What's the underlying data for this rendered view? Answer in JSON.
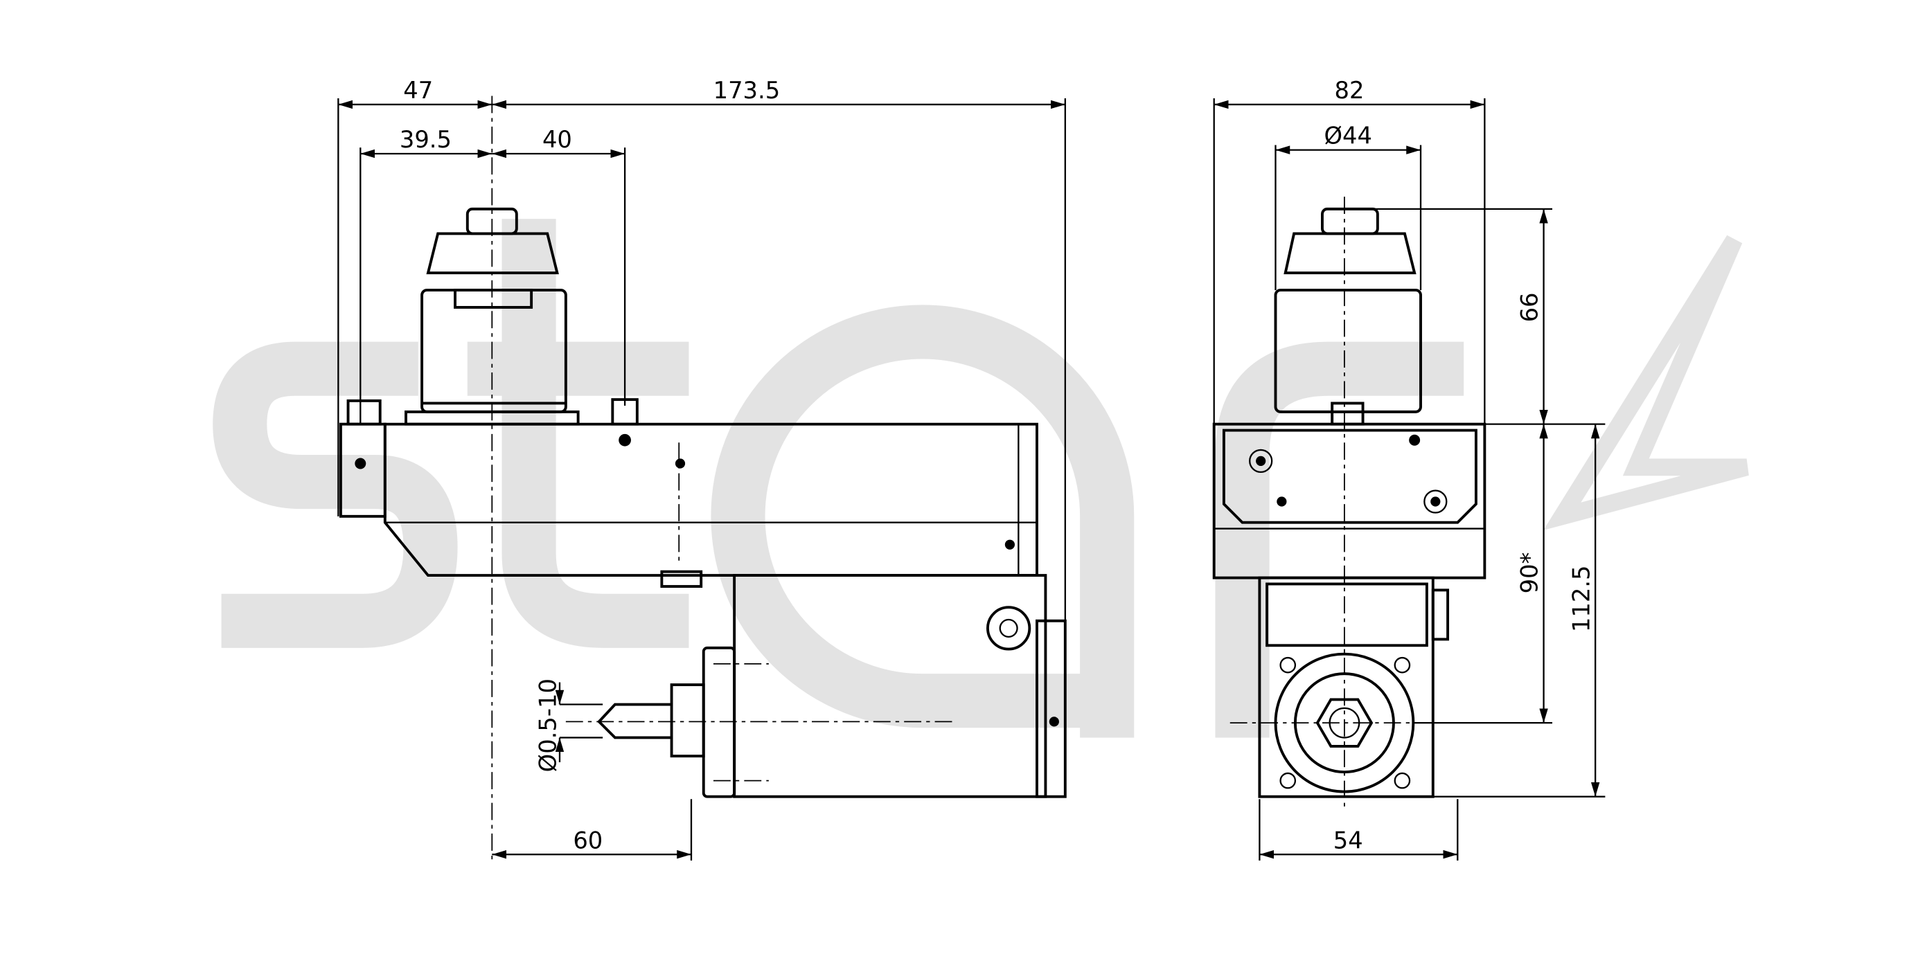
{
  "watermark": {
    "text": "star"
  },
  "left_view": {
    "dims": {
      "overall_left": "47",
      "overall_length": "173.5",
      "offset_left": "39.5",
      "offset_right": "40",
      "tool_offset": "60",
      "tool_diameter": "Ø0.5-10"
    }
  },
  "right_view": {
    "dims": {
      "width": "82",
      "shank_diameter": "Ø44",
      "shank_height": "66",
      "center_height": "90*",
      "total_height": "112.5",
      "lower_width": "54"
    }
  },
  "colors": {
    "line": "#000000",
    "watermark": "#e3e3e3"
  }
}
